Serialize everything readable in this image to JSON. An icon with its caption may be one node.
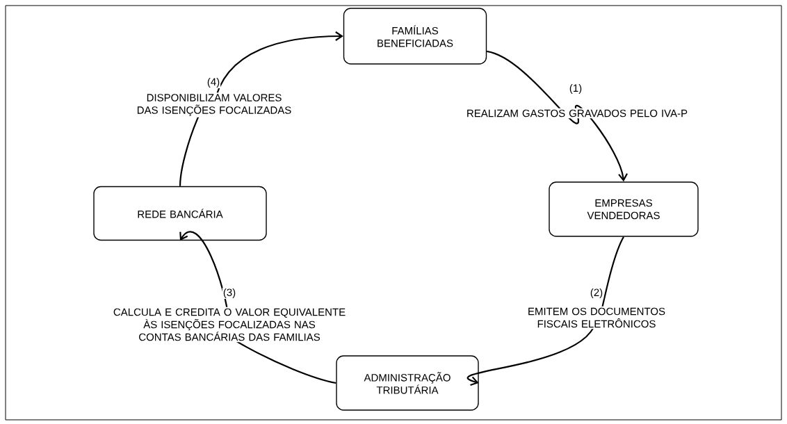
{
  "diagram": {
    "nodes": [
      {
        "text": [
          "FAMÍLIAS BENEFICIADAS"
        ]
      },
      {
        "text": [
          "EMPRESAS VENDEDORAS"
        ]
      },
      {
        "text": [
          "ADMINISTRAÇÃO TRIBUTÁRIA"
        ]
      },
      {
        "text": [
          "REDE BANCÁRIA"
        ]
      }
    ],
    "edges": [
      {
        "from": 0,
        "to": 1,
        "arrow": "to",
        "label": "REALIZAM GASTOS GRAVADOS PELO IVA-P"
      },
      {
        "from": 1,
        "to": 2,
        "arrow": "to",
        "label": "EMITEM OS DOCUMENTOS FISCAIS ELETRÔNICOS"
      },
      {
        "from": 2,
        "to": 3,
        "arrow": "to",
        "label": "CALCULA E CREDITA O VALOR EQUIVALENTE ÀS ISENÇÕES FOCALIZADAS NAS CONTAS BANCÁRIAS DAS FAMILIAS"
      },
      {
        "from": 3,
        "to": 0,
        "arrow": "to",
        "label": "DISPONIBILIZAM VALORES DAS ISENÇÕES FOCALIZADAS"
      }
    ],
    "labels": [
      "(1)",
      "(2)",
      "(3)",
      "(4)"
    ]
  }
}
